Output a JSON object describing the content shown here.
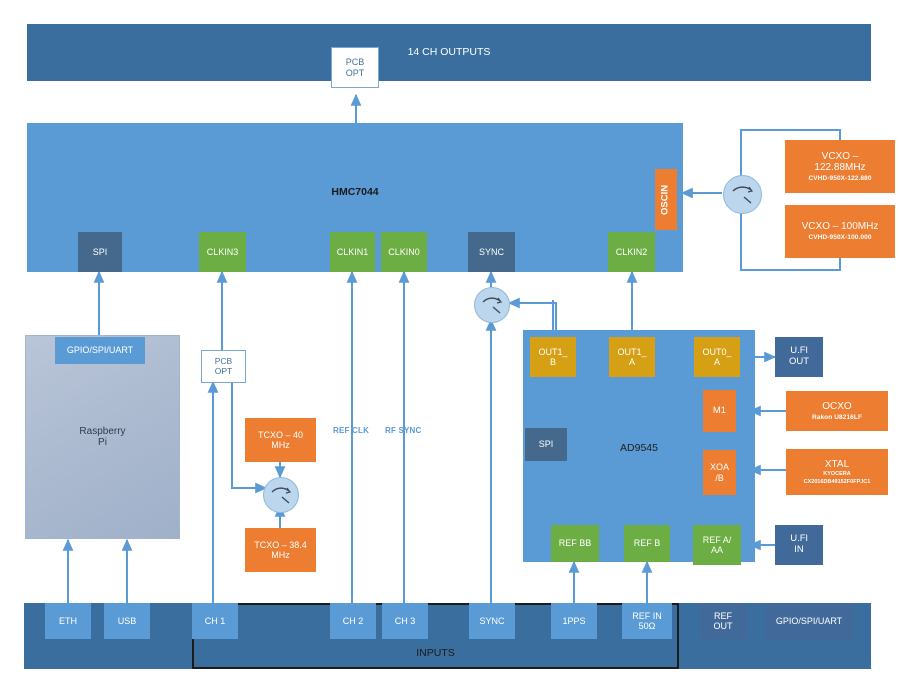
{
  "diagram": {
    "title": "Clock distribution block diagram",
    "colors": {
      "bar_dark": "#3a6e9e",
      "chip_blue": "#5b9bd5",
      "port_navy": "#44698d",
      "port_green": "#6cad44",
      "port_gold": "#d5a014",
      "orange": "#ed7d31",
      "wire": "#5b9bd5",
      "wire_gold": "#f0a500",
      "rpi": "#aab9cf"
    }
  },
  "top_bar": {
    "label": "14 CH OUTPUTS"
  },
  "pcb_opt_top": {
    "line1": "PCB",
    "line2": "OPT"
  },
  "hmc7044": {
    "title": "HMC7044",
    "oscin": "OSCIN",
    "ports": [
      {
        "name": "SPI",
        "label": "SPI",
        "kind": "navy"
      },
      {
        "name": "CLKIN3",
        "label": "CLKIN3",
        "kind": "green"
      },
      {
        "name": "CLKIN1",
        "label": "CLKIN1",
        "kind": "green"
      },
      {
        "name": "CLKIN0",
        "label": "CLKIN0",
        "kind": "green"
      },
      {
        "name": "SYNC",
        "label": "SYNC",
        "kind": "navy"
      },
      {
        "name": "CLKIN2",
        "label": "CLKIN2",
        "kind": "green"
      }
    ]
  },
  "vcxo": [
    {
      "name": "VCXO 122.88",
      "line1": "VCXO –",
      "line2": "122.88MHz",
      "part": "CVHD-950X-122.880"
    },
    {
      "name": "VCXO 100",
      "line1": "VCXO – 100MHz",
      "line2": "",
      "part": "CVHD-950X-100.000"
    }
  ],
  "raspberry_pi": {
    "label_line1": "Raspberry",
    "label_line2": "Pi",
    "header": "GPIO/SPI/UART"
  },
  "pcb_opt_left": {
    "line1": "PCB",
    "line2": "OPT"
  },
  "tcxo": [
    {
      "name": "TCXO 40",
      "line1": "TCXO – 40",
      "line2": "MHz"
    },
    {
      "name": "TCXO 38.4",
      "line1": "TCXO – 38.4",
      "line2": "MHz"
    }
  ],
  "wire_labels": [
    {
      "name": "ref-clk",
      "text": "REF CLK"
    },
    {
      "name": "rf-sync",
      "text": "RF SYNC"
    }
  ],
  "ad9545": {
    "title": "AD9545",
    "spi": "SPI",
    "outputs": [
      {
        "name": "OUT1_B",
        "line1": "OUT1_",
        "line2": "B"
      },
      {
        "name": "OUT1_A",
        "line1": "OUT1_",
        "line2": "A"
      },
      {
        "name": "OUT0_A",
        "line1": "OUT0_",
        "line2": "A"
      }
    ],
    "refs": [
      {
        "name": "REF BB",
        "line1": "REF BB",
        "line2": ""
      },
      {
        "name": "REF B",
        "line1": "REF B",
        "line2": ""
      },
      {
        "name": "REF A/AA",
        "line1": "REF A/",
        "line2": "AA"
      }
    ],
    "side_ports": [
      {
        "name": "M1",
        "line1": "M1",
        "line2": ""
      },
      {
        "name": "XOA",
        "line1": "XOA",
        "line2": "/B"
      }
    ]
  },
  "externals": {
    "ufl_out": {
      "line1": "U.Fl",
      "line2": "OUT"
    },
    "ufl_in": {
      "line1": "U.Fl",
      "line2": "IN"
    },
    "ocxo": {
      "title": "OCXO",
      "part": "Rakon U8216LF"
    },
    "xtal": {
      "title": "XTAL",
      "vendor": "KYOCERA",
      "part": "CX2016DB49152F0FPJC1"
    }
  },
  "bottom_bar": {
    "inputs_group_label": "INPUTS",
    "items": [
      {
        "name": "ETH",
        "line1": "ETH",
        "line2": "",
        "kind": "lightblue"
      },
      {
        "name": "USB",
        "line1": "USB",
        "line2": "",
        "kind": "lightblue"
      },
      {
        "name": "CH 1",
        "line1": "CH 1",
        "line2": "",
        "kind": "lightblue"
      },
      {
        "name": "CH 2",
        "line1": "CH 2",
        "line2": "",
        "kind": "lightblue"
      },
      {
        "name": "CH 3",
        "line1": "CH 3",
        "line2": "",
        "kind": "lightblue"
      },
      {
        "name": "SYNC",
        "line1": "SYNC",
        "line2": "",
        "kind": "lightblue"
      },
      {
        "name": "1PPS",
        "line1": "1PPS",
        "line2": "",
        "kind": "lightblue"
      },
      {
        "name": "REF IN",
        "line1": "REF IN",
        "line2": "50Ω",
        "kind": "lightblue"
      },
      {
        "name": "REF OUT",
        "line1": "REF",
        "line2": "OUT",
        "kind": "steel"
      },
      {
        "name": "GPIO",
        "line1": "GPIO/SPI/UART",
        "line2": "",
        "kind": "steel"
      }
    ]
  }
}
